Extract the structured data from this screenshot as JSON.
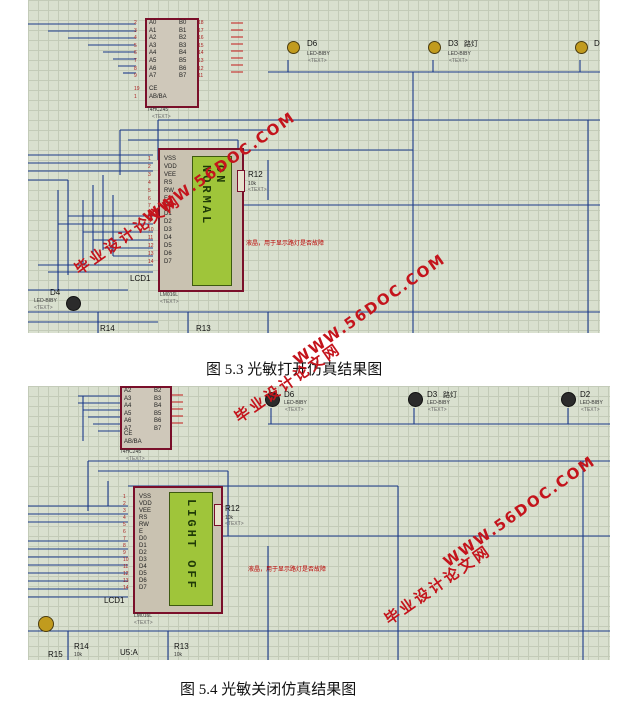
{
  "captions": {
    "fig1": "图 5.3  光敏打开仿真结果图",
    "fig2": "图 5.4  光敏关闭仿真结果图"
  },
  "watermarks": {
    "site": "WWW.56DOC.COM",
    "cn": "毕业设计论文网"
  },
  "figure1": {
    "buffer_chip": {
      "name": "74HC245",
      "text_tag": "<TEXT>",
      "left_pins": [
        "A0",
        "A1",
        "A2",
        "A3",
        "A4",
        "A5",
        "A6",
        "A7"
      ],
      "right_pins": [
        "B0",
        "B1",
        "B2",
        "B3",
        "B4",
        "B5",
        "B6",
        "B7"
      ],
      "left_nums": [
        "2",
        "3",
        "4",
        "5",
        "6",
        "7",
        "8",
        "9"
      ],
      "right_nums": [
        "18",
        "17",
        "16",
        "15",
        "14",
        "13",
        "12",
        "11"
      ],
      "ctrl_pins": [
        "CE",
        "AB/BA"
      ],
      "ctrl_nums": [
        "19",
        "1"
      ]
    },
    "lcd": {
      "ref": "LCD1",
      "model": "LM016L",
      "text_tag": "<TEXT>",
      "pins": [
        "VSS",
        "VDD",
        "VEE",
        "RS",
        "RW",
        "E",
        "D0",
        "D1",
        "D2",
        "D3",
        "D4",
        "D5",
        "D6",
        "D7"
      ],
      "pin_nums": [
        "1",
        "2",
        "3",
        "4",
        "5",
        "6",
        "7",
        "8",
        "9",
        "10",
        "11",
        "12",
        "13",
        "14"
      ],
      "display_line1": "ON",
      "display_line2": "NORMAL"
    },
    "resistor_r12": {
      "ref": "R12",
      "value": "10k",
      "text_tag": "<TEXT>"
    },
    "annotation": "液晶，用于显示路灯是否故障",
    "leds_top": [
      {
        "ref": "D6",
        "model": "LED-BIBY",
        "text_tag": "<TEXT>",
        "extra": ""
      },
      {
        "ref": "D3",
        "model": "LED-BIBY",
        "text_tag": "<TEXT>",
        "extra": "路灯"
      },
      {
        "ref": "D",
        "model": "",
        "text_tag": "",
        "extra": ""
      }
    ],
    "led_d4": {
      "ref": "D4",
      "model": "LED-BIBY",
      "text_tag": "<TEXT>"
    },
    "bottom_resistors": [
      "R14",
      "R13"
    ]
  },
  "figure2": {
    "buffer_chip": {
      "name": "74HC245",
      "text_tag": "<TEXT>",
      "left_pins": [
        "A2",
        "A3",
        "A4",
        "A5",
        "A6",
        "A7"
      ],
      "right_pins": [
        "B2",
        "B3",
        "B4",
        "B5",
        "B6",
        "B7"
      ],
      "ctrl_pins": [
        "CE",
        "AB/BA"
      ]
    },
    "lcd": {
      "ref": "LCD1",
      "model": "LM016L",
      "text_tag": "<TEXT>",
      "pins": [
        "VSS",
        "VDD",
        "VEE",
        "RS",
        "RW",
        "E",
        "D0",
        "D1",
        "D2",
        "D3",
        "D4",
        "D5",
        "D6",
        "D7"
      ],
      "pin_nums": [
        "1",
        "2",
        "3",
        "4",
        "5",
        "6",
        "7",
        "8",
        "9",
        "10",
        "11",
        "12",
        "13",
        "14"
      ],
      "display_line1": "LIGHT OFF"
    },
    "resistor_r12": {
      "ref": "R12",
      "value": "10k",
      "text_tag": "<TEXT>"
    },
    "annotation": "液晶，用于显示路灯是否故障",
    "leds_top": [
      {
        "ref": "D6",
        "model": "LED-BIBY",
        "text_tag": "<TEXT>",
        "extra": ""
      },
      {
        "ref": "D3",
        "model": "LED-BIBY",
        "text_tag": "<TEXT>",
        "extra": "路灯"
      },
      {
        "ref": "D2",
        "model": "LED-BIBY",
        "text_tag": "<TEXT>",
        "extra": ""
      }
    ],
    "bottom_labels": [
      "R14",
      "10k",
      "R15",
      "U5:A",
      "R13",
      "10k"
    ]
  }
}
